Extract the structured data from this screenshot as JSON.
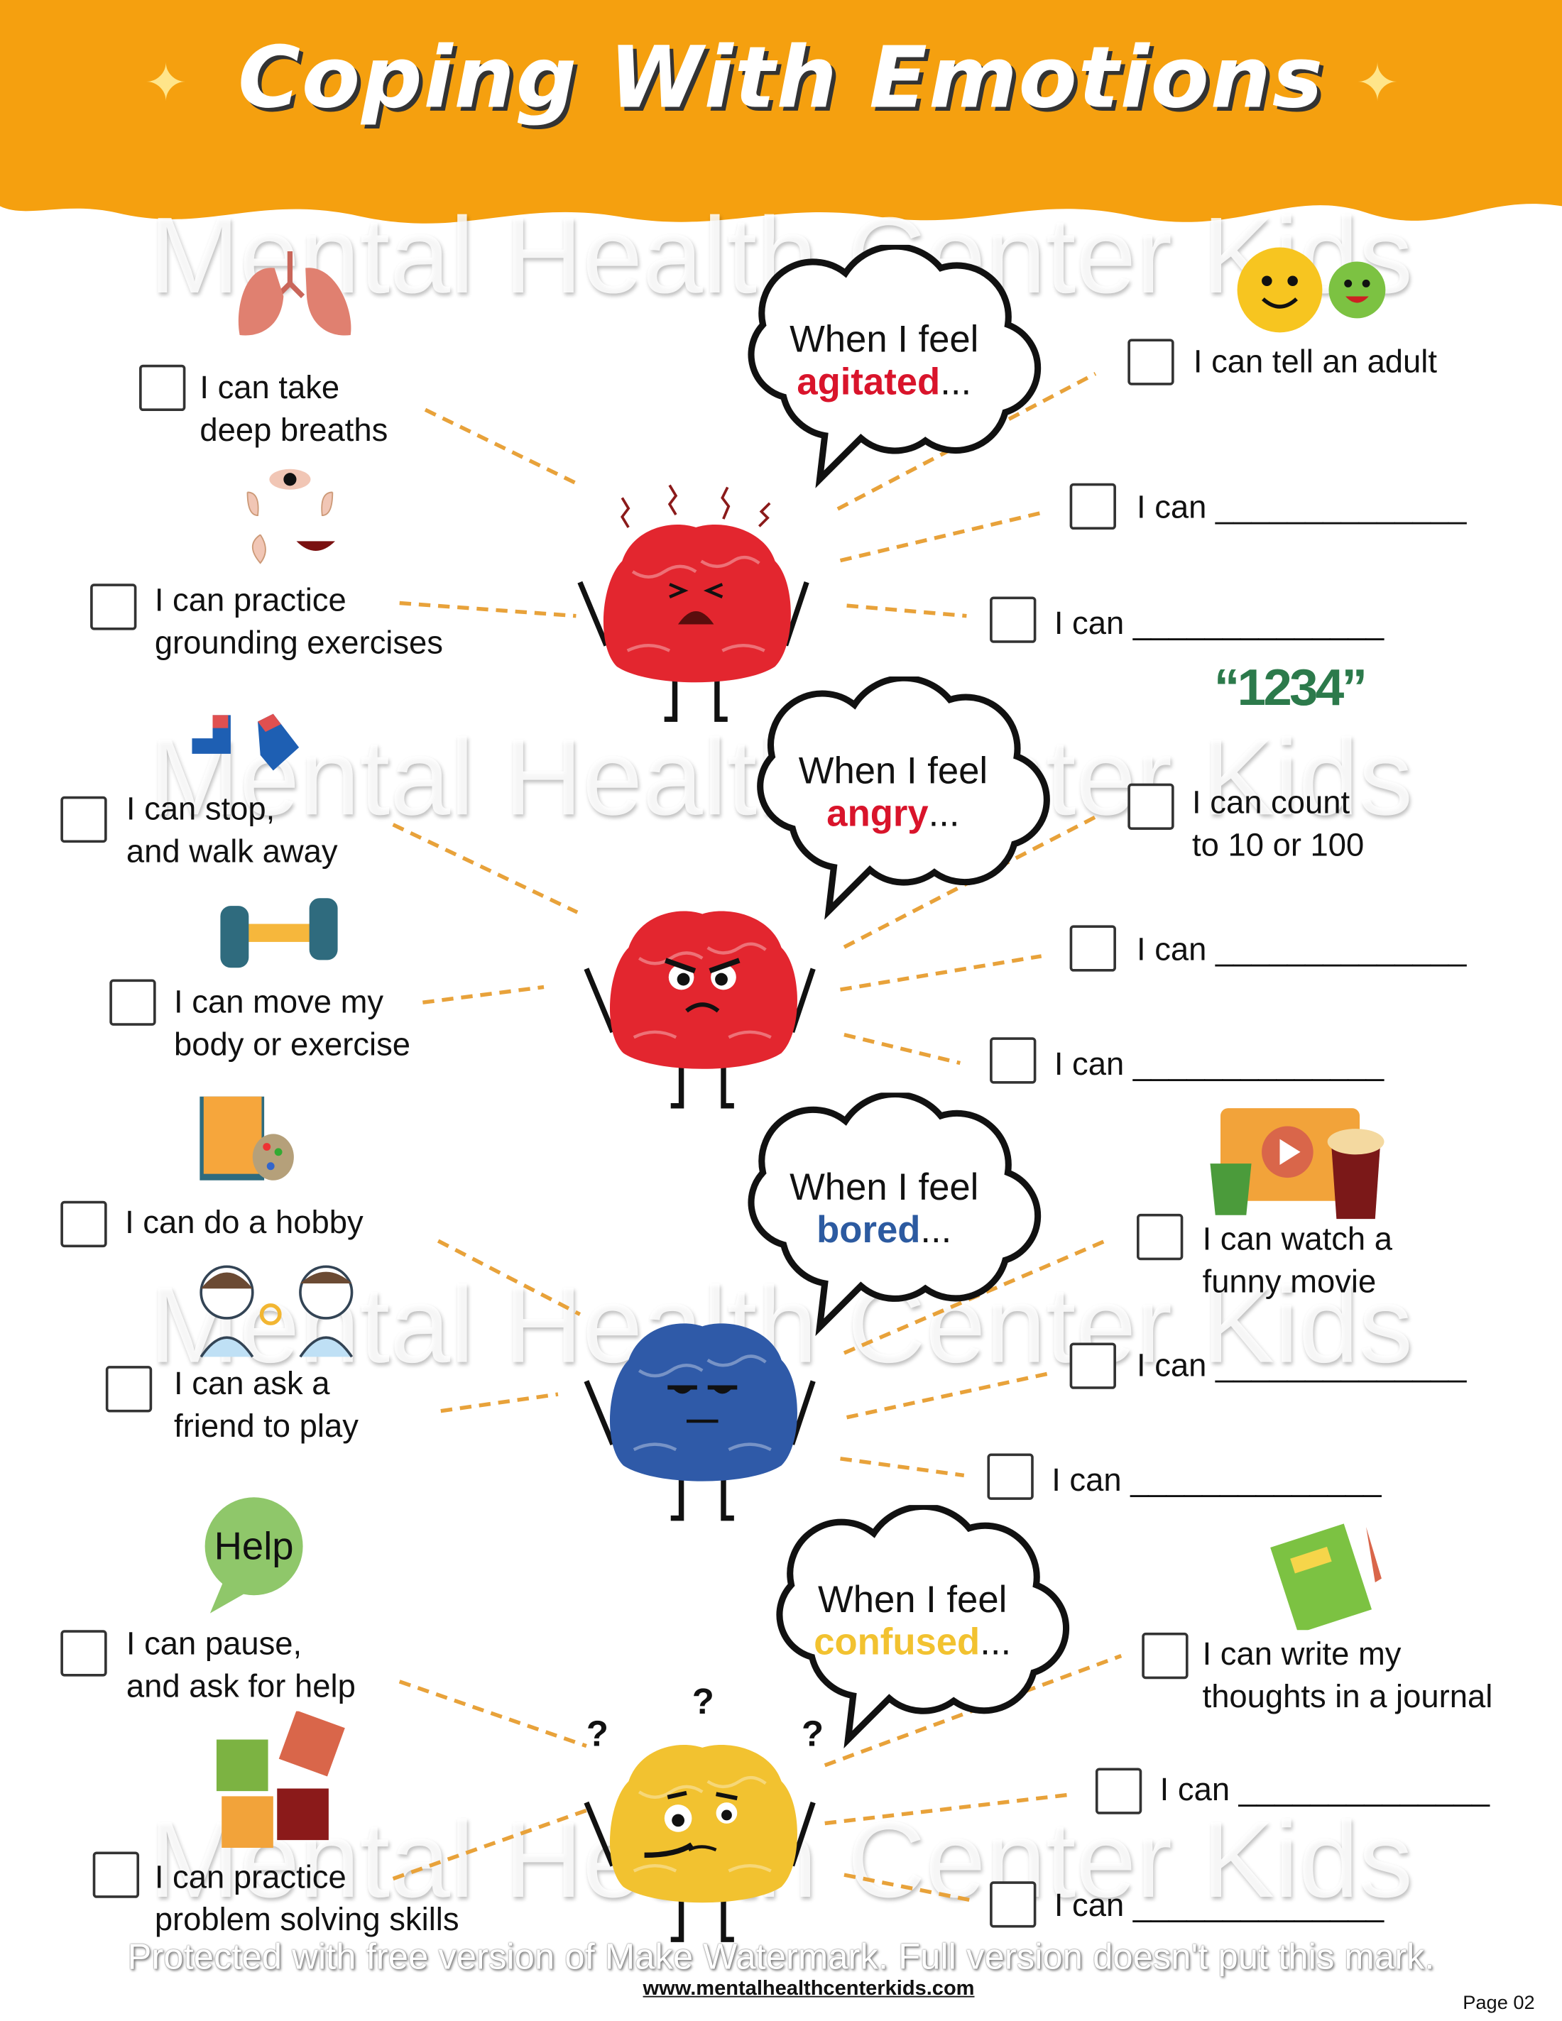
{
  "header": {
    "title": "Coping With Emotions",
    "color": "#f5a00f"
  },
  "watermark": {
    "main": "Mental Health Center Kids",
    "footer": "Protected with free version of Make Watermark. Full version doesn't put this mark."
  },
  "colors": {
    "dash": "#e8a23a",
    "agitated": "#d9142b",
    "angry": "#d9142b",
    "bored": "#2c5aa0",
    "confused": "#f2c230"
  },
  "sections": [
    {
      "cloud_prefix": "When I feel",
      "emotion": "agitated",
      "ellipsis": "...",
      "brain_color": "#e3262f",
      "left": [
        "I can take\ndeep breaths",
        "I can practice\ngrounding exercises"
      ],
      "right": [
        "I can tell an adult",
        "I can ______________",
        "I can ______________"
      ]
    },
    {
      "cloud_prefix": "When I feel",
      "emotion": "angry",
      "ellipsis": "...",
      "brain_color": "#e3262f",
      "left": [
        "I can stop,\nand walk away",
        "I can move my\nbody or exercise"
      ],
      "right": [
        "I can count\nto 10 or 100",
        "I can ______________",
        "I can ______________"
      ]
    },
    {
      "cloud_prefix": "When I feel",
      "emotion": "bored",
      "ellipsis": "...",
      "brain_color": "#2f5aa8",
      "left": [
        "I can do a hobby",
        "I can ask a\nfriend to play"
      ],
      "right": [
        "I can watch a\nfunny movie",
        "I can ______________",
        "I can ______________"
      ]
    },
    {
      "cloud_prefix": "When I feel",
      "emotion": "confused",
      "ellipsis": "...",
      "brain_color": "#f2c230",
      "left": [
        "I can pause,\nand ask for help",
        "I can practice\nproblem solving skills"
      ],
      "right": [
        "I can write my\nthoughts in a journal",
        "I can ______________",
        "I can ______________"
      ]
    }
  ],
  "illustrations": {
    "help_bubble": "Help",
    "numbers": "“1234”",
    "question_mark": "?"
  },
  "footer": {
    "url": "www.mentalhealthcenterkids.com",
    "page": "Page 02"
  }
}
